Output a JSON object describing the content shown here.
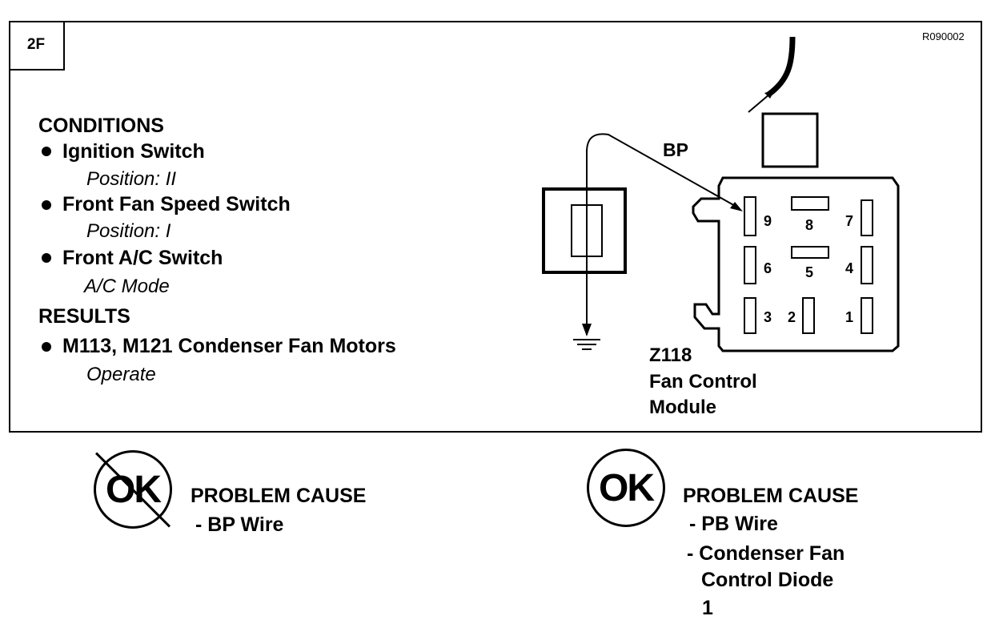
{
  "step_label": "2F",
  "figure_ref": "R090002",
  "conditions": {
    "heading": "CONDITIONS",
    "items": [
      {
        "label": "Ignition Switch",
        "detail": "Position: II"
      },
      {
        "label": "Front Fan Speed Switch",
        "detail": "Position: I"
      },
      {
        "label": "Front A/C Switch",
        "detail": "A/C Mode"
      }
    ]
  },
  "results": {
    "heading": "RESULTS",
    "items": [
      {
        "label": "M113, M121 Condenser Fan Motors",
        "detail": "Operate"
      }
    ]
  },
  "diagram": {
    "wire_label": "BP",
    "pins": [
      "9",
      "8",
      "7",
      "6",
      "5",
      "4",
      "3",
      "2",
      "1"
    ],
    "module_id": "Z118",
    "module_name_line1": "Fan Control",
    "module_name_line2": "Module"
  },
  "outcomes": {
    "not_ok": {
      "symbol": "OK",
      "heading": "PROBLEM CAUSE",
      "causes": [
        "- BP Wire"
      ]
    },
    "ok": {
      "symbol": "OK",
      "heading": "PROBLEM CAUSE",
      "causes": [
        "- PB Wire",
        "- Condenser Fan",
        "Control Diode",
        "1"
      ]
    }
  }
}
